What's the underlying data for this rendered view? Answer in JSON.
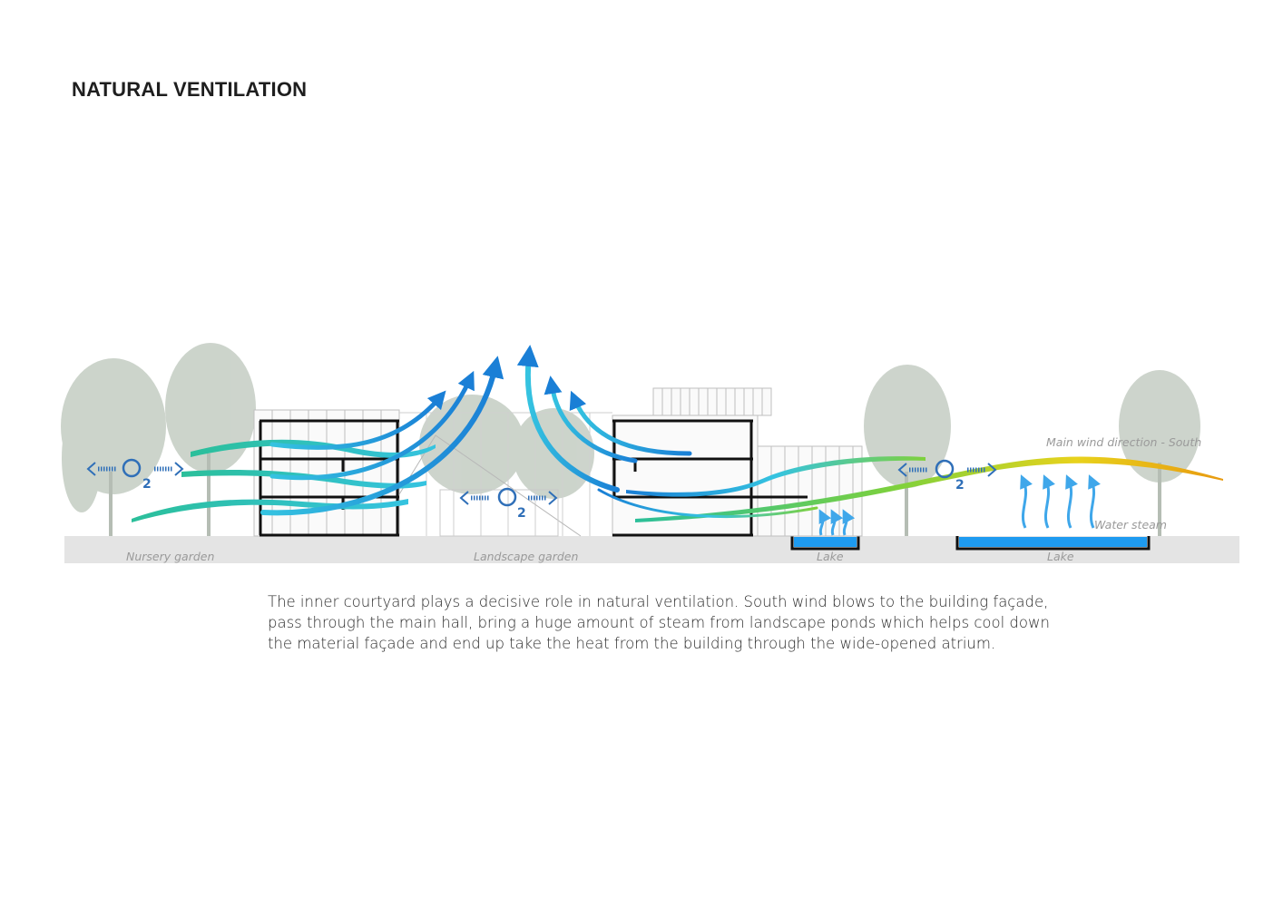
{
  "title": "NATURAL VENTILATION",
  "labels": {
    "nursery_garden": "Nursery garden",
    "landscape_garden": "Landscape garden",
    "lake_small": "Lake",
    "lake_large": "Lake",
    "main_wind": "Main wind direction - South",
    "water_steam": "Water steam",
    "o2_left": "O",
    "o2_left_sub": "2",
    "o2_center": "O",
    "o2_center_sub": "2",
    "o2_right": "O",
    "o2_right_sub": "2"
  },
  "caption_lines": [
    "The inner courtyard plays a decisive role in natural ventilation. South wind blows to the building façade,",
    "pass through the main hall, bring a huge amount of steam from landscape ponds which helps cool down",
    "the material façade and end up take the heat from the building through the wide-opened atrium."
  ],
  "colors": {
    "airflow_blue": "#1a7fd6",
    "airflow_cyan": "#35c3e0",
    "airflow_teal": "#2bbf9a",
    "wind_green": "#7fd13b",
    "wind_yellow": "#e8d21c",
    "wind_orange": "#e89a10",
    "water": "#1e9bf0",
    "ground": "#e4e4e4",
    "tree": "#c4cdc3"
  }
}
